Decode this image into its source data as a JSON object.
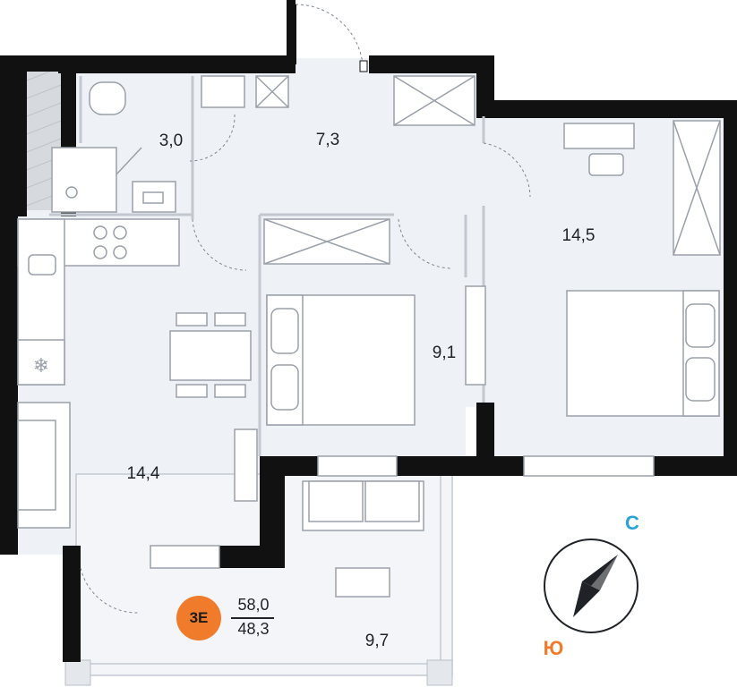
{
  "apartment": {
    "type_badge": "3E",
    "total_area": "58,0",
    "living_area": "48,3"
  },
  "rooms": {
    "bathroom": "3,0",
    "hall": "7,3",
    "bedroom_large": "14,5",
    "bedroom_small": "9,1",
    "kitchen_living": "14,4",
    "balcony": "9,7"
  },
  "compass": {
    "north": "С",
    "south": "Ю",
    "north_color": "#2aa4d8",
    "south_color": "#f07b2a"
  },
  "colors": {
    "wall": "#111111",
    "floor": "#eef1f6",
    "line": "#b9bfca",
    "badge": "#f07b2a"
  }
}
